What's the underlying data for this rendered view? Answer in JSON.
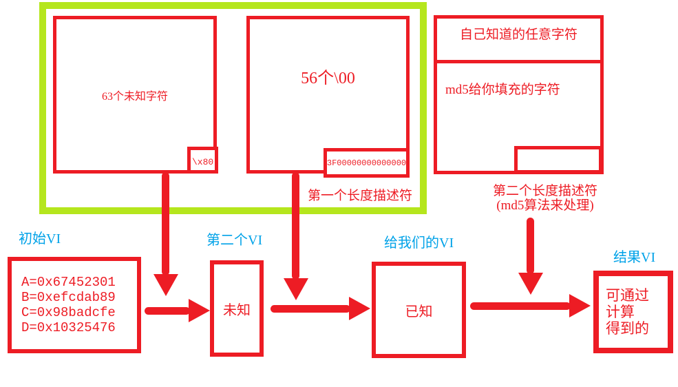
{
  "colors": {
    "red": "#ED1C24",
    "green": "#B5E61D",
    "blue": "#00A2E8"
  },
  "padded_block": {
    "unknown_box": {
      "label": "63个未知字符",
      "corner_tag": "\\x80"
    },
    "zeros_box": {
      "label": "56个\\00",
      "corner_tag": "3F00000000000000"
    },
    "caption_first_length": "第一个长度描述符"
  },
  "attacker_block": {
    "known_chars": "自己知道的任意字符",
    "md5_padding": "md5给你填充的字符",
    "caption_second_length_line1": "第二个长度描述符",
    "caption_second_length_line2": "(md5算法来处理)"
  },
  "vi_flow": {
    "initial": {
      "label": "初始VI",
      "lines": [
        "A=0x67452301",
        "B=0xefcdab89",
        "C=0x98badcfe",
        "D=0x10325476"
      ]
    },
    "second": {
      "label": "第二个VI",
      "text": "未知"
    },
    "given": {
      "label": "给我们的VI",
      "text": "已知"
    },
    "result": {
      "label": "结果VI",
      "lines": [
        "可通过",
        "计算",
        "得到的"
      ]
    }
  }
}
